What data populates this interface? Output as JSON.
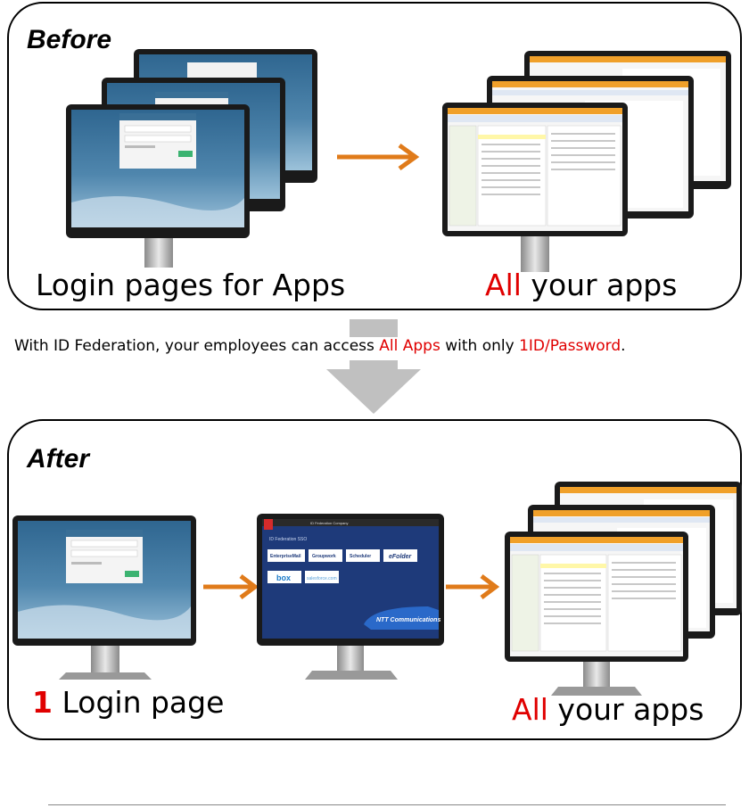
{
  "before": {
    "title": "Before",
    "caption_left": "Login pages for Apps",
    "caption_right_highlight": "All",
    "caption_right_rest": " your apps"
  },
  "middle": {
    "text_part1": "With ID Federation, your employees can access ",
    "text_highlight1": "All Apps",
    "text_part2": " with only ",
    "text_highlight2": "1ID/Password",
    "text_part3": "."
  },
  "after": {
    "title": "After",
    "caption_left_highlight": "1",
    "caption_left_rest": " Login page",
    "caption_right_highlight": "All",
    "caption_right_rest": " your apps"
  },
  "portal": {
    "header": "ID Federation Company",
    "subtitle": "ID Federation SSO",
    "logo_brand": "NTT Communications",
    "apps": [
      "EnterpriseMail",
      "Groupwork",
      "Scheduler",
      "eFolder",
      "box",
      "salesforce.com"
    ]
  },
  "colors": {
    "accent_red": "#e00000",
    "arrow_orange": "#e07b1a",
    "flow_arrow_gray": "#c0c0c0",
    "login_blue": "#3a6f96",
    "portal_navy": "#1e3a7a"
  }
}
